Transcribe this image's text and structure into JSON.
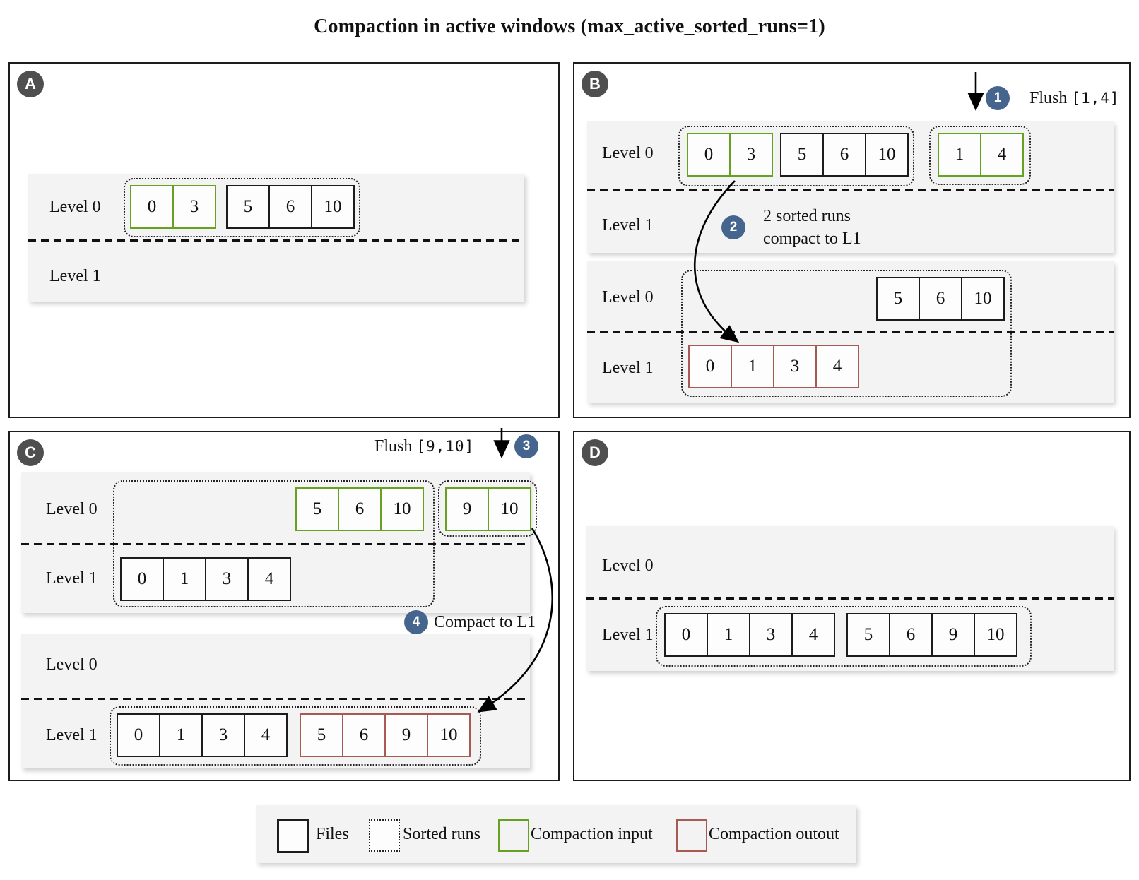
{
  "title": "Compaction in active windows (max_active_sorted_runs=1)",
  "badges": {
    "a": "A",
    "b": "B",
    "c": "C",
    "d": "D"
  },
  "labels": {
    "level0": "Level 0",
    "level1": "Level 1"
  },
  "steps": {
    "s1": {
      "num": "1",
      "text": "Flush",
      "code": "[1,4]"
    },
    "s2": {
      "num": "2",
      "line1": "2 sorted runs",
      "line2": "compact to L1"
    },
    "s3": {
      "num": "3",
      "text": "Flush",
      "code": "[9,10]"
    },
    "s4": {
      "num": "4",
      "text": "Compact to L1"
    }
  },
  "cells": {
    "a_g": [
      "0",
      "3"
    ],
    "a_k": [
      "5",
      "6",
      "10"
    ],
    "b1_g": [
      "0",
      "3"
    ],
    "b1_k": [
      "5",
      "6",
      "10"
    ],
    "b1_f": [
      "1",
      "4"
    ],
    "b2_k": [
      "5",
      "6",
      "10"
    ],
    "b2_r": [
      "0",
      "1",
      "3",
      "4"
    ],
    "c1_g": [
      "5",
      "6",
      "10"
    ],
    "c1_f": [
      "9",
      "10"
    ],
    "c1_k": [
      "0",
      "1",
      "3",
      "4"
    ],
    "c2_k": [
      "0",
      "1",
      "3",
      "4"
    ],
    "c2_r": [
      "5",
      "6",
      "9",
      "10"
    ],
    "d_k1": [
      "0",
      "1",
      "3",
      "4"
    ],
    "d_k2": [
      "5",
      "6",
      "9",
      "10"
    ]
  },
  "legend": {
    "files": "Files",
    "sorted_runs": "Sorted runs",
    "compaction_input": "Compaction input",
    "compaction_output": "Compaction outout"
  },
  "colors": {
    "files_border": "#1c1c1c",
    "compaction_input": "#66a120",
    "compaction_output": "#a65a52",
    "step_circle": "#45658e",
    "badge_circle": "#4f4f4f"
  }
}
